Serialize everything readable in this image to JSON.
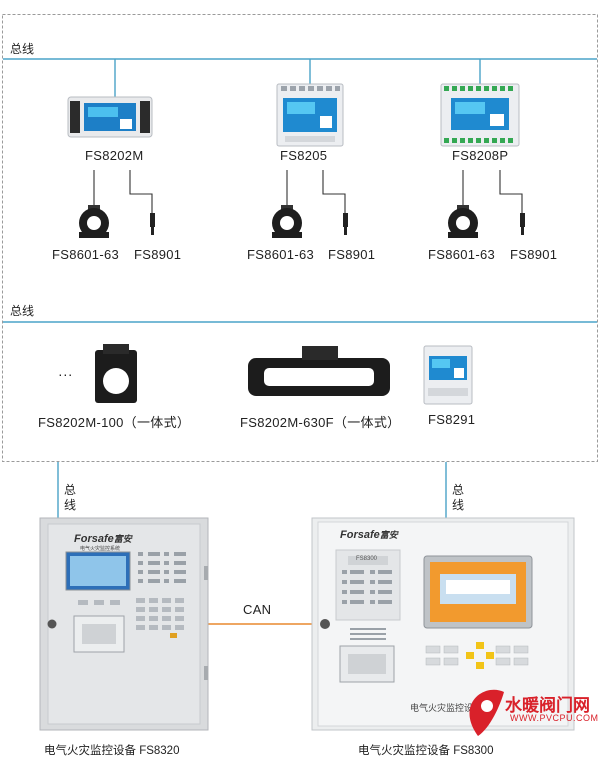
{
  "bus_label": "总线",
  "bus_label_vertical": [
    "总",
    "线"
  ],
  "row1": {
    "devices": [
      {
        "model": "FS8202M",
        "sensors": [
          "FS8601-63",
          "FS8901"
        ]
      },
      {
        "model": "FS8205",
        "sensors": [
          "FS8601-63",
          "FS8901"
        ]
      },
      {
        "model": "FS8208P",
        "sensors": [
          "FS8601-63",
          "FS8901"
        ]
      }
    ]
  },
  "row2": {
    "ellipsis": "···",
    "devices": [
      {
        "model": "FS8202M-100（一体式）"
      },
      {
        "model": "FS8202M-630F（一体式）"
      },
      {
        "model": "FS8291"
      }
    ]
  },
  "link_label": "CAN",
  "cabinets": [
    {
      "brand": "Forsafe",
      "brand_cn": "富安",
      "caption": "电气火灾监控设备  FS8320",
      "panel_text": "电气火灾监控系统"
    },
    {
      "brand": "Forsafe",
      "brand_cn": "富安",
      "caption": "电气火灾监控设备  FS8300",
      "panel_text": "FS8300",
      "front_text": "电气火灾监控设备"
    }
  ],
  "watermark": {
    "text": "水暖阀门网",
    "url": "WWW.PVCPU.COM"
  },
  "colors": {
    "bus": "#4aa3c8",
    "can": "#e8892e",
    "border": "#9a9a9a",
    "watermark": "#d9212a"
  }
}
